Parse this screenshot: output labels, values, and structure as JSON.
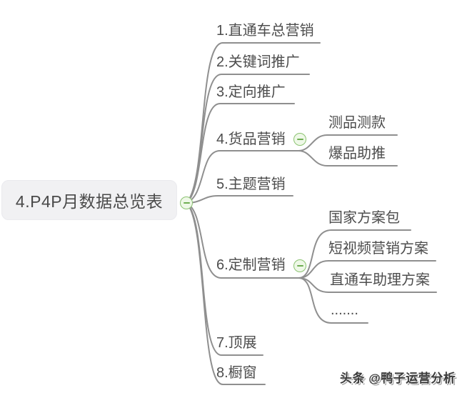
{
  "root": {
    "label": "4.P4P月数据总览表"
  },
  "branches": [
    {
      "label": "1.直通车总营销",
      "children": []
    },
    {
      "label": "2.关键词推广",
      "children": []
    },
    {
      "label": "3.定向推广",
      "children": []
    },
    {
      "label": "4.货品营销",
      "children": [
        "测品测款",
        "爆品助推"
      ],
      "collapse_icon": "minus"
    },
    {
      "label": "5.主题营销",
      "children": []
    },
    {
      "label": "6.定制营销",
      "children": [
        "国家方案包",
        "短视频营销方案",
        "直通车助理方案",
        "......."
      ],
      "collapse_icon": "minus"
    },
    {
      "label": "7.顶展",
      "children": []
    },
    {
      "label": "8.橱窗",
      "children": []
    }
  ],
  "root_collapse_icon": "minus",
  "watermark": {
    "text": "头条 @鸭子运营分析"
  },
  "colors": {
    "background": "#ffffff",
    "line": "#8f8f8f",
    "text": "#4d4d4d",
    "root_bg": "#f1f1f3",
    "collapse_fill": "#eef8e7",
    "collapse_border": "#8cc372",
    "collapse_dash": "#6fae52",
    "watermark_text": "#3b3b3b"
  }
}
